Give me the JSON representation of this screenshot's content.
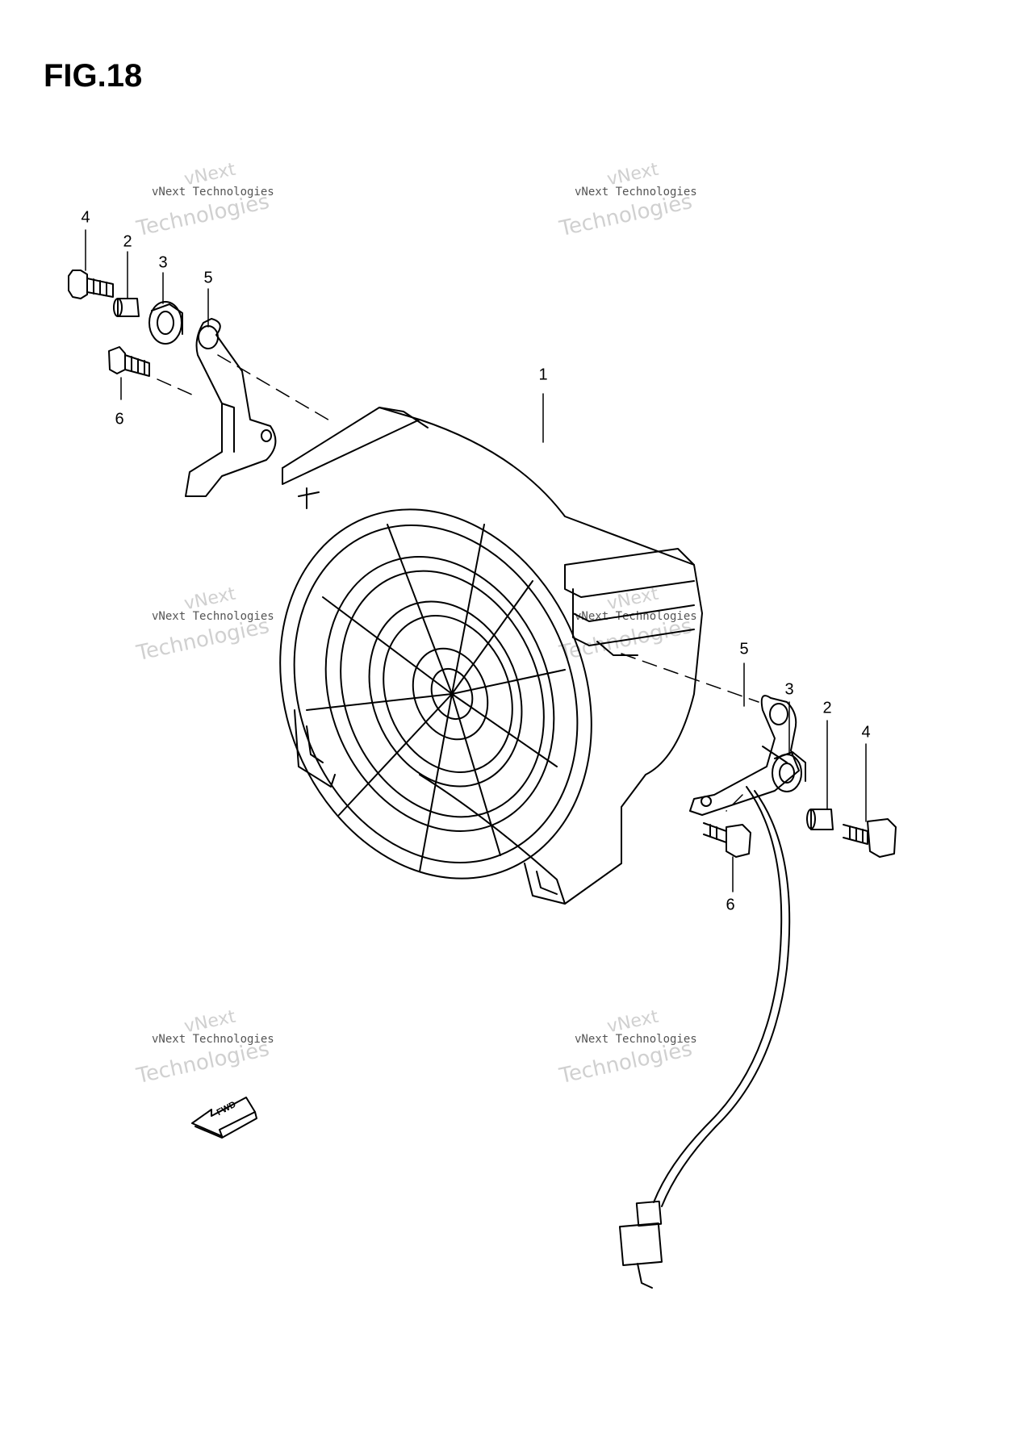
{
  "figure": {
    "title": "FIG.18"
  },
  "callouts": {
    "c1": "1",
    "left_4": "4",
    "left_2": "2",
    "left_3": "3",
    "left_5": "5",
    "left_6": "6",
    "right_5": "5",
    "right_3": "3",
    "right_2": "2",
    "right_4": "4",
    "right_6": "6"
  },
  "fwd_label": "FWD",
  "watermark": {
    "line1": "vNext Technologies",
    "line2": "Technologies",
    "line3": "vNext"
  }
}
